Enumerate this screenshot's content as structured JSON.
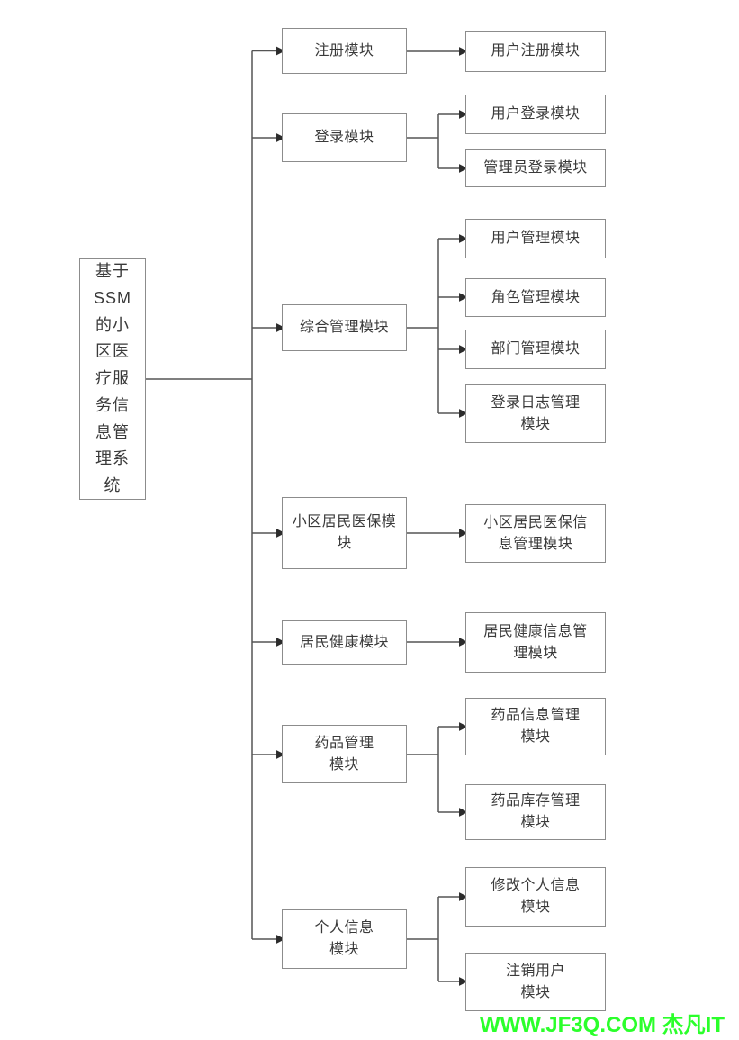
{
  "diagram": {
    "root": {
      "label": "基于\nSSM\n的小\n区医\n疗服\n务信\n息管\n理系\n统",
      "full_title": "基于SSM的小区医疗服务信息管理系统"
    },
    "branches": [
      {
        "label": "注册模块",
        "children": [
          {
            "label": "用户注册模块"
          }
        ]
      },
      {
        "label": "登录模块",
        "children": [
          {
            "label": "用户登录模块"
          },
          {
            "label": "管理员登录模块"
          }
        ]
      },
      {
        "label": "综合管理模块",
        "children": [
          {
            "label": "用户管理模块"
          },
          {
            "label": "角色管理模块"
          },
          {
            "label": "部门管理模块"
          },
          {
            "label": "登录日志管理\n模块"
          }
        ]
      },
      {
        "label": "小区居民医保模\n块",
        "children": [
          {
            "label": "小区居民医保信\n息管理模块"
          }
        ]
      },
      {
        "label": "居民健康模块",
        "children": [
          {
            "label": "居民健康信息管\n理模块"
          }
        ]
      },
      {
        "label": "药品管理\n模块",
        "children": [
          {
            "label": "药品信息管理\n模块"
          },
          {
            "label": "药品库存管理\n模块"
          }
        ]
      },
      {
        "label": "个人信息\n模块",
        "children": [
          {
            "label": "修改个人信息\n模块"
          },
          {
            "label": "注销用户\n模块"
          }
        ]
      }
    ],
    "colors": {
      "box_border": "#8c8c8c",
      "line": "#555555",
      "arrowhead": "#2b2b2b",
      "text": "#3a3a3a",
      "background": "#ffffff",
      "watermark": "#2bff2b"
    }
  },
  "watermark": {
    "text": "WWW.JF3Q.COM 杰凡IT"
  }
}
